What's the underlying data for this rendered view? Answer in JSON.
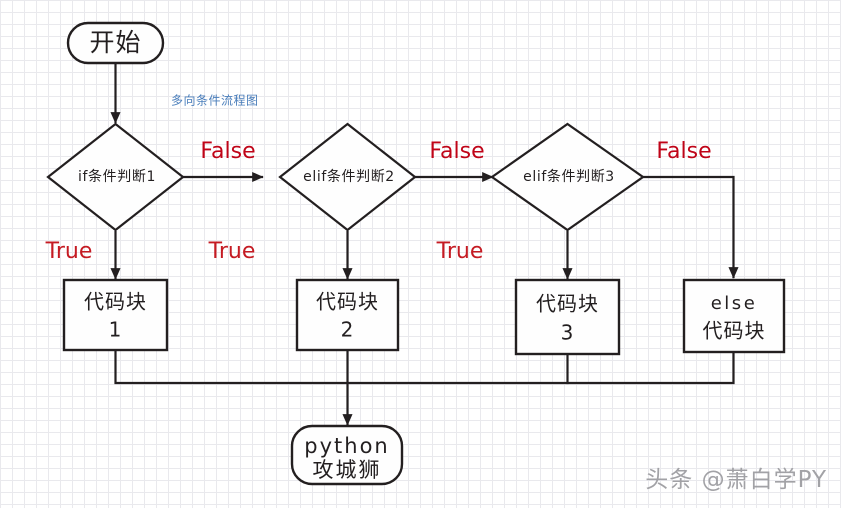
{
  "diagram": {
    "title_annotation": "多向条件流程图",
    "watermark": "头条 @萧白学PY",
    "colors": {
      "false_label": "#c00418",
      "true_label": "#c51b23",
      "annotation": "#4a7ebb",
      "stroke": "#231f20",
      "node_fill": "#fefefe",
      "grid_minor": "#e9e9ed",
      "grid_major": "#d6d6dc"
    },
    "nodes": {
      "start": {
        "label": "开始",
        "shape": "rounded-terminal"
      },
      "cond1": {
        "label": "if条件判断1",
        "shape": "diamond"
      },
      "cond2": {
        "label": "elif条件判断2",
        "shape": "diamond"
      },
      "cond3": {
        "label": "elif条件判断3",
        "shape": "diamond"
      },
      "block1": {
        "line1": "代码块",
        "line2": "1",
        "shape": "rectangle"
      },
      "block2": {
        "line1": "代码块",
        "line2": "2",
        "shape": "rectangle"
      },
      "block3": {
        "line1": "代码块",
        "line2": "3",
        "shape": "rectangle"
      },
      "block_else": {
        "line1": "else",
        "line2": "代码块",
        "shape": "rectangle"
      },
      "end": {
        "line1": "python",
        "line2": "攻城狮",
        "shape": "rounded-terminal"
      }
    },
    "edge_labels": {
      "false_1": "False",
      "false_2": "False",
      "false_3": "False",
      "true_1": "True",
      "true_2": "True",
      "true_3": "True"
    }
  }
}
